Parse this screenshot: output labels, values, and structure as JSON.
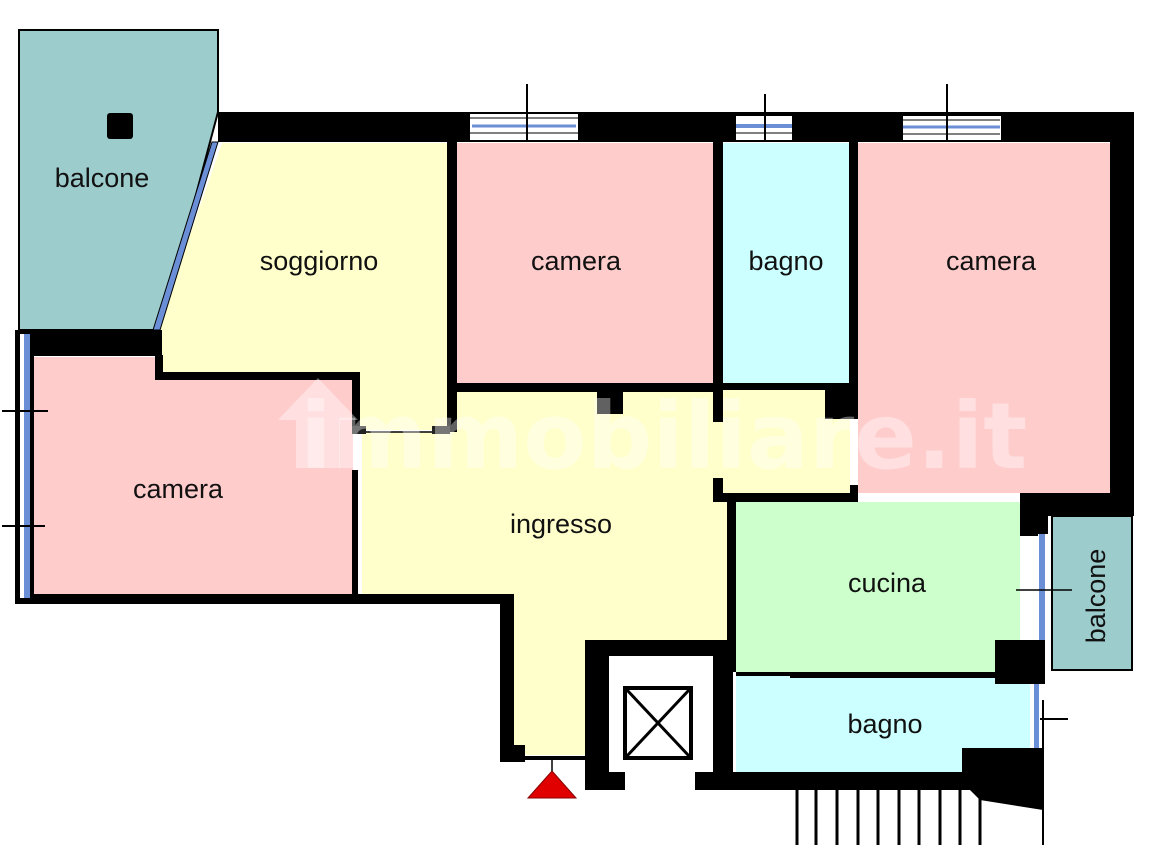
{
  "floorplan": {
    "colors": {
      "balcony": "#9ccccc",
      "living": "#ffffcc",
      "bedroom": "#ffcccc",
      "bathroom": "#ccffff",
      "kitchen": "#ccffcc",
      "wall": "#000000",
      "window_glass": "#6b8fd6",
      "entrance_marker": "#e00000"
    },
    "rooms": [
      {
        "id": "balcone-nw",
        "label": "balcone",
        "type": "balcony"
      },
      {
        "id": "soggiorno",
        "label": "soggiorno",
        "type": "living"
      },
      {
        "id": "camera-top-center",
        "label": "camera",
        "type": "bedroom"
      },
      {
        "id": "bagno-top",
        "label": "bagno",
        "type": "bathroom"
      },
      {
        "id": "camera-top-right",
        "label": "camera",
        "type": "bedroom"
      },
      {
        "id": "camera-left",
        "label": "camera",
        "type": "bedroom"
      },
      {
        "id": "ingresso",
        "label": "ingresso",
        "type": "living"
      },
      {
        "id": "cucina",
        "label": "cucina",
        "type": "kitchen"
      },
      {
        "id": "balcone-e",
        "label": "balcone",
        "type": "balcony"
      },
      {
        "id": "bagno-bottom",
        "label": "bagno",
        "type": "bathroom"
      }
    ],
    "elevator": {
      "label": "",
      "icon": "elevator-shaft-x"
    },
    "entrance": {
      "icon": "red-triangle-entrance"
    },
    "watermark": {
      "text": "immobiliare.it"
    }
  }
}
